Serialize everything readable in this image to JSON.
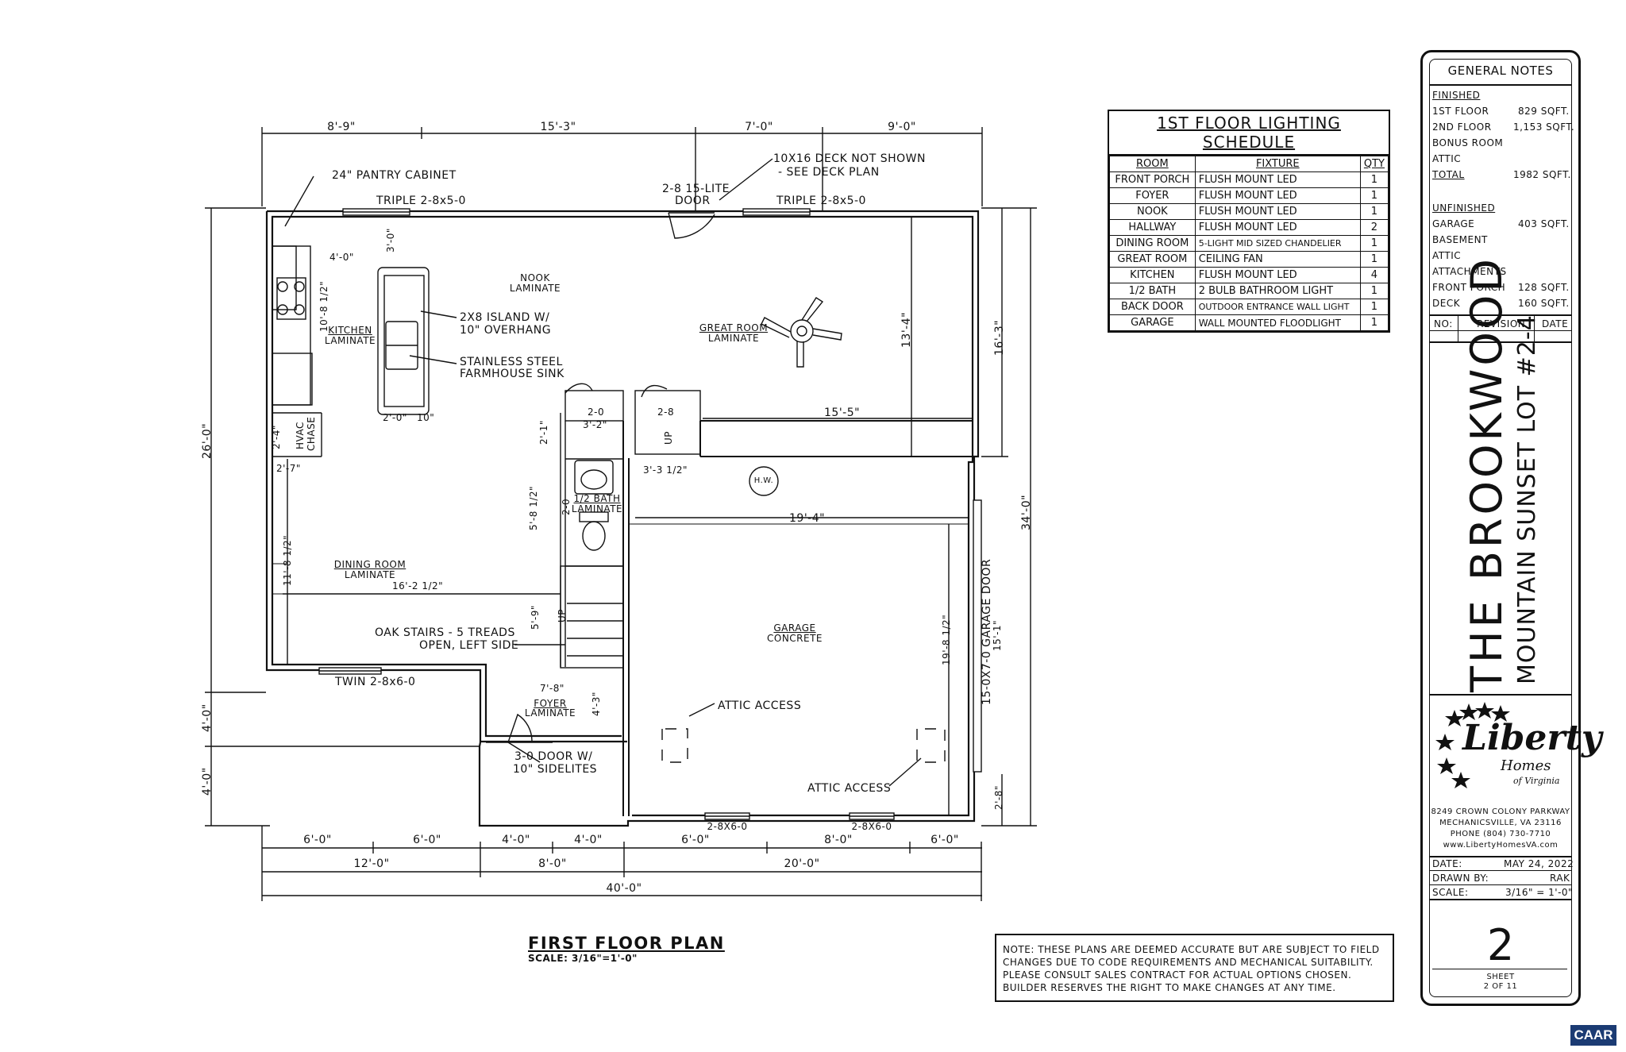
{
  "plan": {
    "title": "FIRST FLOOR PLAN",
    "scale": "SCALE: 3/16\"=1'-0\"",
    "rooms": {
      "nook": "NOOK",
      "nook_floor": "LAMINATE",
      "great_room": "GREAT ROOM",
      "great_room_floor": "LAMINATE",
      "kitchen": "KITCHEN",
      "kitchen_floor": "LAMINATE",
      "dining": "DINING ROOM",
      "dining_floor": "LAMINATE",
      "bath": "1/2 BATH",
      "bath_floor": "LAMINATE",
      "garage": "GARAGE",
      "garage_floor": "CONCRETE",
      "foyer": "FOYER",
      "foyer_floor": "LAMINATE",
      "hw": "H.W.",
      "hvac_1": "HVAC",
      "hvac_2": "CHASE"
    },
    "callouts": {
      "pantry": "24\" PANTRY CABINET",
      "deck_1": "10X16 DECK NOT SHOWN",
      "deck_2": "- SEE DECK PLAN",
      "door_15_1": "2-8 15-LITE",
      "door_15_2": "DOOR",
      "triple_left": "TRIPLE 2-8x5-0",
      "triple_right": "TRIPLE 2-8x5-0",
      "island_1": "2X8 ISLAND W/",
      "island_2": "10\" OVERHANG",
      "sink_1": "STAINLESS STEEL",
      "sink_2": "FARMHOUSE SINK",
      "stairs_1": "OAK STAIRS - 5 TREADS",
      "stairs_2": "OPEN, LEFT SIDE",
      "twin": "TWIN 2-8x6-0",
      "front_door_1": "3-0 DOOR W/",
      "front_door_2": "10\" SIDELITES",
      "attic_1": "ATTIC ACCESS",
      "attic_2": "ATTIC ACCESS",
      "garage_win_1": "2-8X6-0",
      "garage_win_2": "2-8X6-0",
      "garage_door": "15-0X7-0 GARAGE DOOR",
      "up_1": "UP",
      "up_2": "UP",
      "door_20a": "2-0",
      "door_28": "2-8",
      "door_20b": "2-0"
    },
    "dims": {
      "top": [
        "8'-9\"",
        "15'-3\"",
        "7'-0\"",
        "9'-0\""
      ],
      "bottom_1": [
        "6'-0\"",
        "6'-0\"",
        "4'-0\"",
        "4'-0\"",
        "6'-0\"",
        "8'-0\"",
        "6'-0\""
      ],
      "bottom_2": [
        "12'-0\"",
        "8'-0\"",
        "20'-0\""
      ],
      "bottom_3": "40'-0\"",
      "left_26": "26'-0\"",
      "left_4a": "4'-0\"",
      "left_4b": "4'-0\"",
      "right_16": "16'-3\"",
      "right_34": "34'-0\"",
      "right_15": "15'-1\"",
      "right_28": "2'-8\"",
      "d_3_0": "3'-0\"",
      "d_4_0": "4'-0\"",
      "d_10_8": "10'-8 1/2\"",
      "d_2_0": "2'-0\"",
      "d_10in": "10\"",
      "d_2_4": "2'-4\"",
      "d_2_7": "2'-7\"",
      "d_11_8": "11'-8 1/2\"",
      "d_16_2": "16'-2 1/2\"",
      "d_13_4": "13'-4\"",
      "d_15_5": "15'-5\"",
      "d_3_2": "3'-2\"",
      "d_2_1": "2'-1\"",
      "d_3_3": "3'-3 1/2\"",
      "d_5_8": "5'-8 1/2\"",
      "d_2_0b": "2'-0\"",
      "d_19_4": "19'-4\"",
      "d_5_9": "5'-9\"",
      "d_7_8": "7'-8\"",
      "d_4_3": "4'-3\"",
      "d_19_8": "19'-8 1/2\""
    }
  },
  "schedule": {
    "title": "1ST FLOOR LIGHTING SCHEDULE",
    "headers": [
      "ROOM",
      "FIXTURE",
      "QTY"
    ],
    "rows": [
      [
        "FRONT PORCH",
        "FLUSH MOUNT LED",
        "1"
      ],
      [
        "FOYER",
        "FLUSH MOUNT LED",
        "1"
      ],
      [
        "NOOK",
        "FLUSH MOUNT LED",
        "1"
      ],
      [
        "HALLWAY",
        "FLUSH MOUNT LED",
        "2"
      ],
      [
        "DINING ROOM",
        "5-LIGHT MID SIZED CHANDELIER",
        "1"
      ],
      [
        "GREAT ROOM",
        "CEILING FAN",
        "1"
      ],
      [
        "KITCHEN",
        "FLUSH MOUNT LED",
        "4"
      ],
      [
        "1/2 BATH",
        "2 BULB BATHROOM LIGHT",
        "1"
      ],
      [
        "BACK DOOR",
        "OUTDOOR ENTRANCE WALL LIGHT",
        "1"
      ],
      [
        "GARAGE",
        "WALL MOUNTED FLOODLIGHT",
        "1"
      ]
    ]
  },
  "notes": {
    "disclaimer": [
      "NOTE: THESE PLANS ARE DEEMED ACCURATE BUT ARE SUBJECT TO FIELD",
      "CHANGES DUE TO CODE REQUIREMENTS AND MECHANICAL SUITABILITY.",
      "PLEASE CONSULT SALES CONTRACT FOR ACTUAL OPTIONS CHOSEN.",
      "BUILDER RESERVES THE RIGHT TO MAKE CHANGES AT ANY TIME."
    ]
  },
  "title_block": {
    "general_notes": "GENERAL NOTES",
    "finished": "FINISHED",
    "finished_rows": [
      [
        "1ST FLOOR",
        "829 SQFT."
      ],
      [
        "2ND FLOOR",
        "1,153 SQFT."
      ],
      [
        "BONUS ROOM",
        ""
      ],
      [
        "ATTIC",
        ""
      ],
      [
        "TOTAL",
        "1982 SQFT."
      ]
    ],
    "unfinished": "UNFINISHED",
    "unfinished_rows": [
      [
        "GARAGE",
        "403 SQFT."
      ],
      [
        "BASEMENT",
        ""
      ],
      [
        "ATTIC",
        ""
      ],
      [
        "ATTACHMENTS",
        ""
      ],
      [
        "FRONT PORCH",
        "128 SQFT."
      ],
      [
        "DECK",
        "160 SQFT."
      ]
    ],
    "rev_headers": [
      "NO:",
      "REVISION",
      "DATE"
    ],
    "project_title": "THE BROOKWOOD",
    "project_sub": "MOUNTAIN SUNSET LOT #2-4",
    "logo_main": "Liberty",
    "logo_homes": "Homes",
    "logo_of": "of Virginia",
    "address": [
      "8249 CROWN COLONY PARKWAY",
      "MECHANICSVILLE, VA 23116",
      "PHONE (804) 730-7710",
      "www.LibertyHomesVA.com"
    ],
    "date_label": "DATE:",
    "date_value": "MAY 24, 2022",
    "drawn_label": "DRAWN BY:",
    "drawn_value": "RAK",
    "scale_label": "SCALE:",
    "scale_value": "3/16\" = 1'-0\"",
    "sheet_number": "2",
    "sheet_label": "SHEET",
    "sheet_of": "2 OF 11"
  },
  "badge": "CAAR"
}
